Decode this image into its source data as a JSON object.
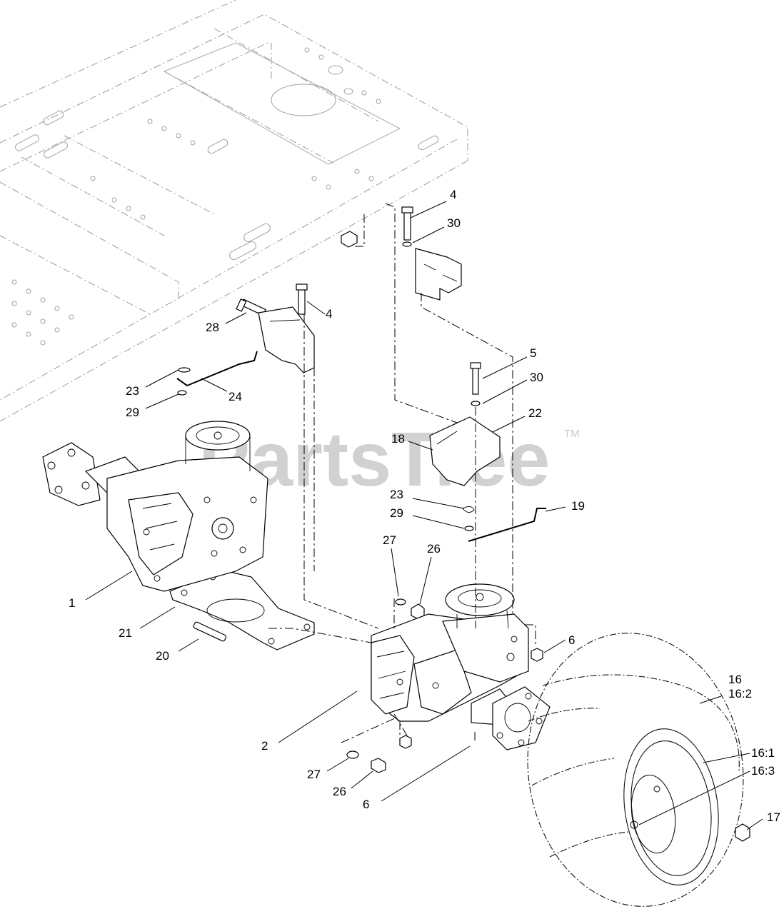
{
  "watermark": {
    "text": "PartsTree",
    "trademark": "TM"
  },
  "callouts": [
    {
      "id": "c1",
      "label": "1"
    },
    {
      "id": "c2",
      "label": "2"
    },
    {
      "id": "c4a",
      "label": "4"
    },
    {
      "id": "c4b",
      "label": "4"
    },
    {
      "id": "c5",
      "label": "5"
    },
    {
      "id": "c6a",
      "label": "6"
    },
    {
      "id": "c6b",
      "label": "6"
    },
    {
      "id": "c16",
      "label": "16"
    },
    {
      "id": "c16_2",
      "label": "16:2"
    },
    {
      "id": "c16_1",
      "label": "16:1"
    },
    {
      "id": "c16_3",
      "label": "16:3"
    },
    {
      "id": "c17",
      "label": "17"
    },
    {
      "id": "c18",
      "label": "18"
    },
    {
      "id": "c19",
      "label": "19"
    },
    {
      "id": "c20",
      "label": "20"
    },
    {
      "id": "c21",
      "label": "21"
    },
    {
      "id": "c22",
      "label": "22"
    },
    {
      "id": "c23a",
      "label": "23"
    },
    {
      "id": "c23b",
      "label": "23"
    },
    {
      "id": "c24",
      "label": "24"
    },
    {
      "id": "c26a",
      "label": "26"
    },
    {
      "id": "c26b",
      "label": "26"
    },
    {
      "id": "c27a",
      "label": "27"
    },
    {
      "id": "c27b",
      "label": "27"
    },
    {
      "id": "c28",
      "label": "28"
    },
    {
      "id": "c29a",
      "label": "29"
    },
    {
      "id": "c29b",
      "label": "29"
    },
    {
      "id": "c30a",
      "label": "30"
    },
    {
      "id": "c30b",
      "label": "30"
    }
  ]
}
